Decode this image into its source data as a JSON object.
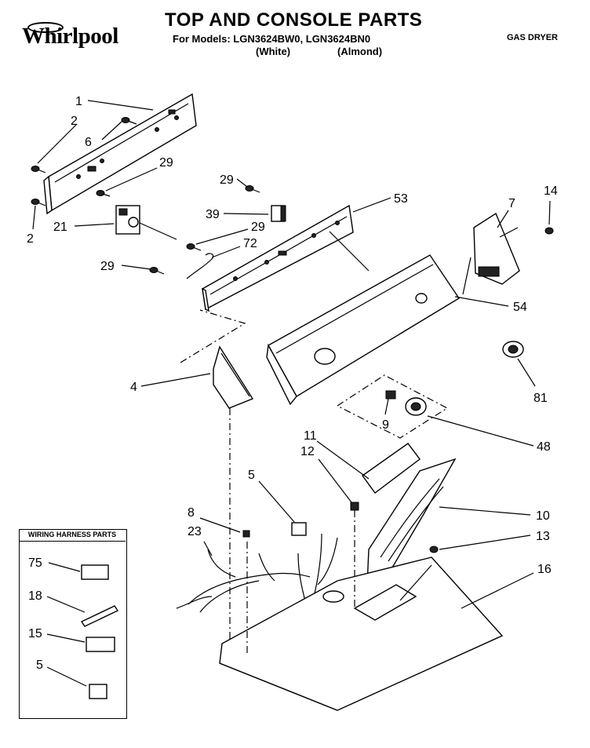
{
  "header": {
    "brand": "Whirlpool",
    "title": "TOP AND CONSOLE PARTS",
    "models_line": "For Models:  LGN3624BW0, LGN3624BN0",
    "color_white": "(White)",
    "color_almond": "(Almond)",
    "product": "GAS DRYER"
  },
  "callouts": [
    {
      "id": "c1",
      "label": "1"
    },
    {
      "id": "c2a",
      "label": "2"
    },
    {
      "id": "c6",
      "label": "6"
    },
    {
      "id": "c29a",
      "label": "29"
    },
    {
      "id": "c2b",
      "label": "2"
    },
    {
      "id": "c21",
      "label": "21"
    },
    {
      "id": "c29b",
      "label": "29"
    },
    {
      "id": "c39",
      "label": "39"
    },
    {
      "id": "c29c",
      "label": "29"
    },
    {
      "id": "c72",
      "label": "72"
    },
    {
      "id": "c29d",
      "label": "29"
    },
    {
      "id": "c53",
      "label": "53"
    },
    {
      "id": "c7",
      "label": "7"
    },
    {
      "id": "c14",
      "label": "14"
    },
    {
      "id": "c54",
      "label": "54"
    },
    {
      "id": "c4",
      "label": "4"
    },
    {
      "id": "c81",
      "label": "81"
    },
    {
      "id": "c9",
      "label": "9"
    },
    {
      "id": "c48",
      "label": "48"
    },
    {
      "id": "c11",
      "label": "11"
    },
    {
      "id": "c12",
      "label": "12"
    },
    {
      "id": "c5a",
      "label": "5"
    },
    {
      "id": "c8",
      "label": "8"
    },
    {
      "id": "c23",
      "label": "23"
    },
    {
      "id": "c10",
      "label": "10"
    },
    {
      "id": "c13",
      "label": "13"
    },
    {
      "id": "c16",
      "label": "16"
    }
  ],
  "harness": {
    "title": "WIRING HARNESS PARTS",
    "items": [
      {
        "label": "75"
      },
      {
        "label": "18"
      },
      {
        "label": "15"
      },
      {
        "label": "5"
      }
    ]
  }
}
